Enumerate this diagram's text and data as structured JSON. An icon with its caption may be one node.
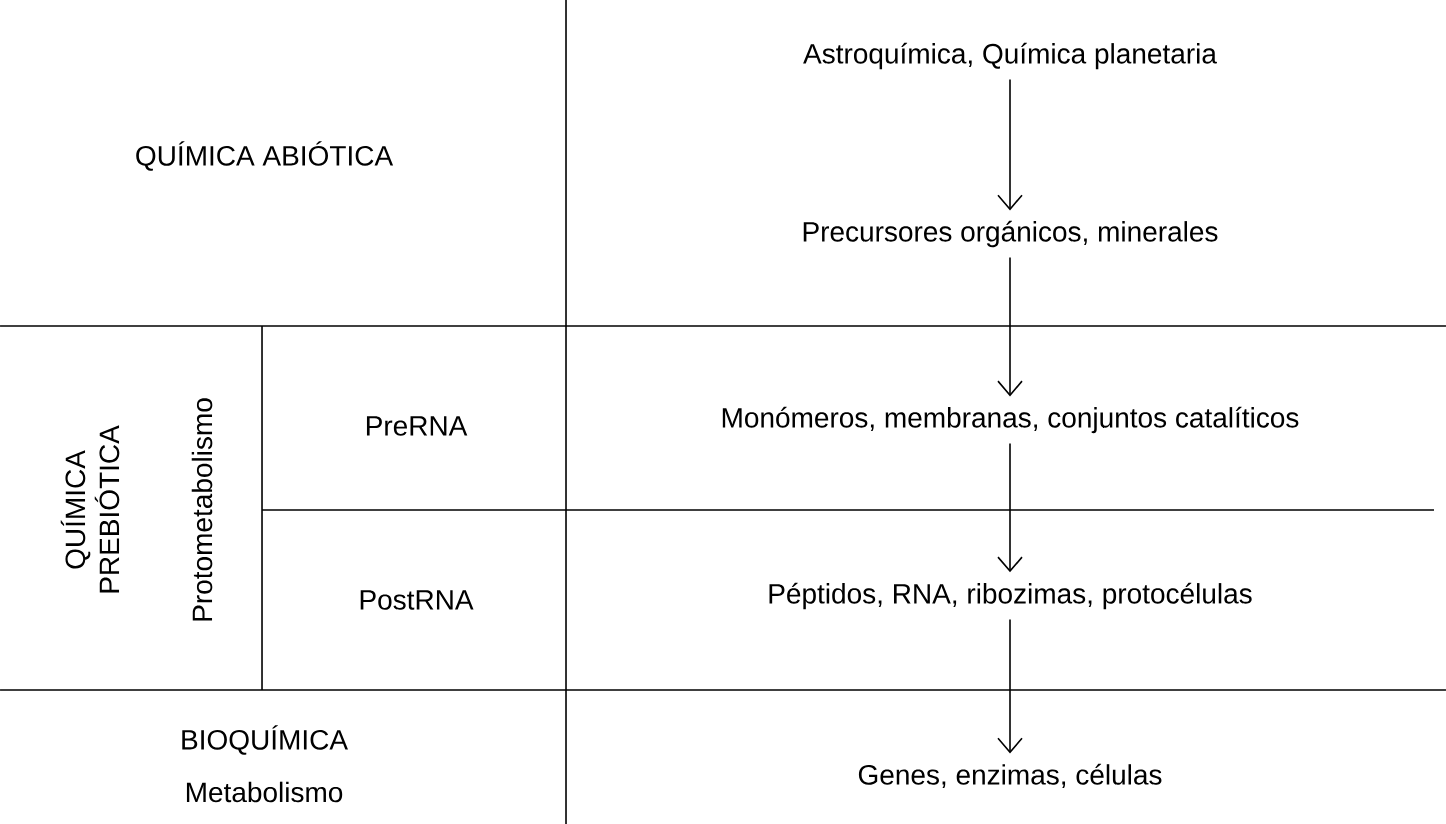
{
  "diagram": {
    "nodes": [
      {
        "text": [
          "Astroquímica, Química planetaria"
        ]
      },
      {
        "text": [
          "Precursores orgánicos, minerales"
        ]
      },
      {
        "text": [
          "Monómeros, membranas, conjuntos catalíticos"
        ]
      },
      {
        "text": [
          "Péptidos, RNA, ribozimas, protocélulas"
        ]
      },
      {
        "text": [
          "Genes, enzimas, células"
        ]
      }
    ],
    "edges": [
      {
        "from": 0,
        "to": 1,
        "arrow": "to"
      },
      {
        "from": 1,
        "to": 2,
        "arrow": "to"
      },
      {
        "from": 2,
        "to": 3,
        "arrow": "to"
      },
      {
        "from": 3,
        "to": 4,
        "arrow": "to"
      }
    ],
    "labels": [
      "QUÍMICA ABIÓTICA",
      "QUÍMICA PREBIÓTICA",
      "Protometabolismo",
      "PreRNA",
      "PostRNA",
      "BIOQUÍMICA",
      "Metabolismo"
    ]
  }
}
